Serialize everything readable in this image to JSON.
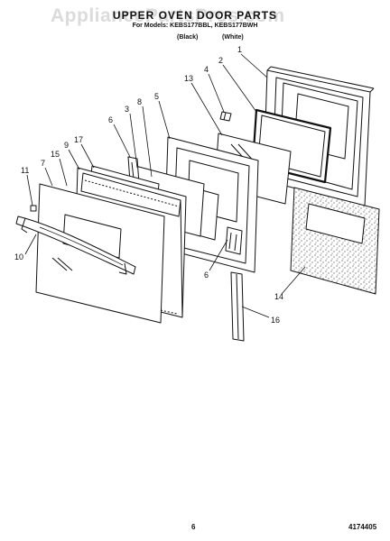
{
  "header": {
    "title": "UPPER OVEN DOOR PARTS",
    "models": "For Models: KEBS177BBL, KEBS177BWH",
    "col_black": "(Black)",
    "col_white": "(White)"
  },
  "watermark": "AppliancePartsPros.com",
  "footer": {
    "page": "6",
    "doc_number": "4174405"
  },
  "callouts": [
    {
      "id": "1",
      "label": "1"
    },
    {
      "id": "2",
      "label": "2"
    },
    {
      "id": "3",
      "label": "3"
    },
    {
      "id": "4",
      "label": "4"
    },
    {
      "id": "5",
      "label": "5"
    },
    {
      "id": "6a",
      "label": "6"
    },
    {
      "id": "6b",
      "label": "6"
    },
    {
      "id": "7",
      "label": "7"
    },
    {
      "id": "8",
      "label": "8"
    },
    {
      "id": "9",
      "label": "9"
    },
    {
      "id": "10",
      "label": "10"
    },
    {
      "id": "11",
      "label": "11"
    },
    {
      "id": "13",
      "label": "13"
    },
    {
      "id": "14",
      "label": "14"
    },
    {
      "id": "15",
      "label": "15"
    },
    {
      "id": "16",
      "label": "16"
    },
    {
      "id": "17",
      "label": "17"
    }
  ]
}
